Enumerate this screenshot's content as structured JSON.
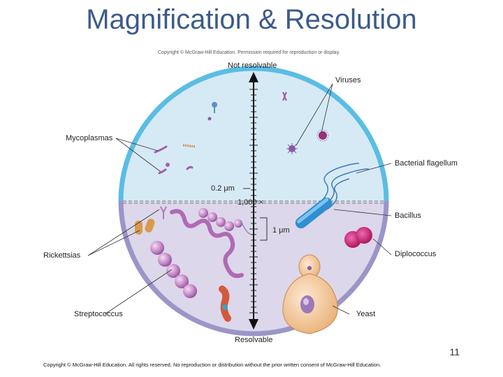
{
  "title": "Magnification & Resolution",
  "copyright_top": "Copyright © McGraw-Hill Education. Permission required for reproduction or display.",
  "scale": {
    "top": "Not resolvable",
    "bottom": "Resolvable",
    "mark_02": "0.2 μm",
    "mark_1000": "1,000 ×",
    "mark_1um": "1 μm"
  },
  "labels": {
    "viruses": "Viruses",
    "mycoplasmas": "Mycoplasmas",
    "bacterial_flagellum": "Bacterial flagellum",
    "bacillus": "Bacillus",
    "rickettsias": "Rickettsias",
    "diplococcus": "Diplococcus",
    "streptococcus": "Streptococcus",
    "yeast": "Yeast"
  },
  "page_number": "11",
  "footer": "Copyright © McGraw-Hill Education. All rights reserved. No reproduction or distribution without the prior written consent of McGraw-Hill Education.",
  "colors": {
    "title": "#3c5b8a",
    "upper_fill": "#d6eaf6",
    "lower_fill": "#dcd7ea",
    "upper_rim": "#5bbde4",
    "lower_rim": "#9b95c8",
    "organism_purple": "#b06ab3",
    "bacillus_blue": "#2f8fd0",
    "yeast_tan": "#f2c79a"
  }
}
